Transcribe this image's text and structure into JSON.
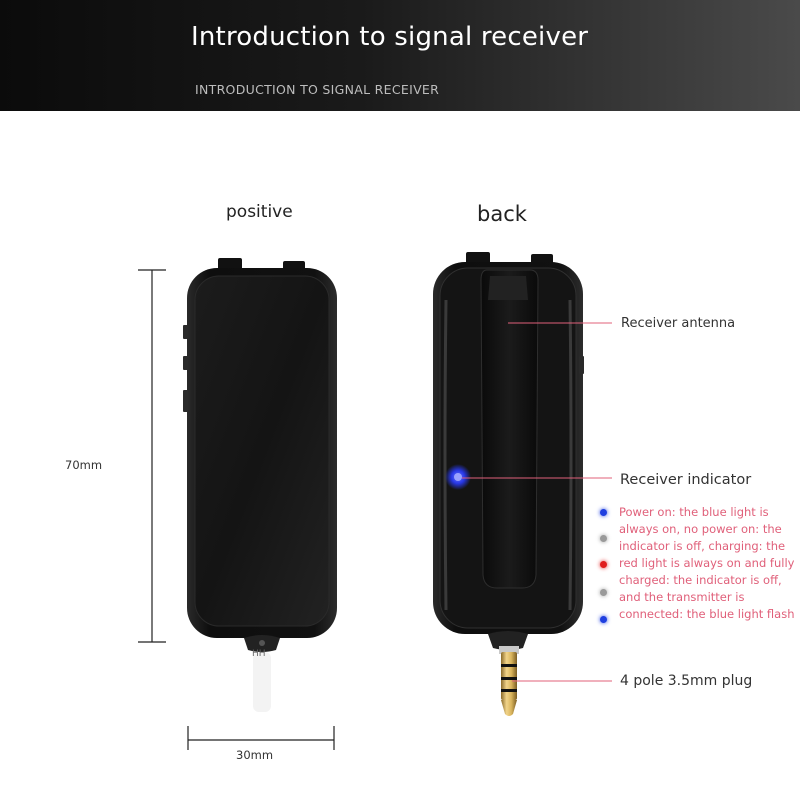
{
  "header": {
    "title": "Introduction to signal receiver",
    "subtitle": "INTRODUCTION TO SIGNAL RECEIVER"
  },
  "views": {
    "front_label": "positive",
    "back_label": "back"
  },
  "dimensions": {
    "height": "70mm",
    "width": "30mm"
  },
  "callouts": {
    "antenna": "Receiver antenna",
    "indicator": "Receiver indicator",
    "plug": "4 pole 3.5mm plug"
  },
  "indicator_note": {
    "lines": [
      "Power on: the blue light is",
      "always on, no power on: the",
      "indicator is off, charging: the",
      "red light is always on and fully",
      "charged: the indicator is off,",
      "and the transmitter is",
      "connected: the blue light flash"
    ],
    "dot_colors": [
      "#1f3fe0",
      "#9a9a9a",
      "#e01e1e",
      "#9a9a9a",
      "#1f3fe0"
    ]
  },
  "colors": {
    "callout_line": "#e0607a",
    "led": "#2a3cff",
    "device": "#151515"
  }
}
